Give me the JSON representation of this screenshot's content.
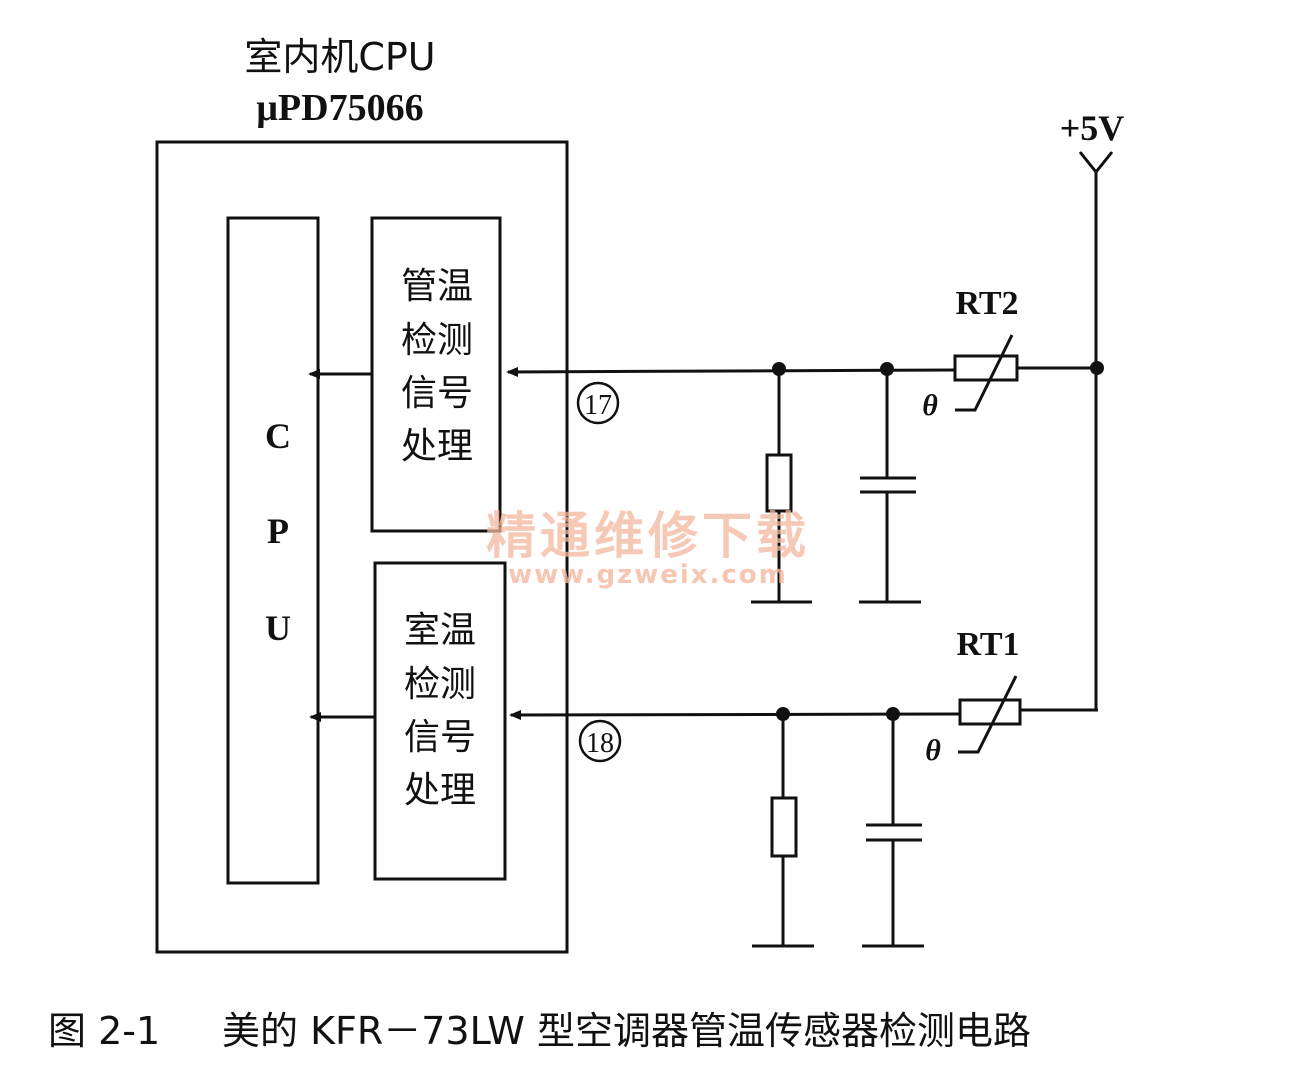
{
  "chip": {
    "title_line1": "室内机CPU",
    "title_line2": "μPD75066",
    "cpu_label": [
      "C",
      "P",
      "U"
    ],
    "block_pipe": [
      "管温",
      "检测",
      "信号",
      "处理"
    ],
    "block_room": [
      "室温",
      "检测",
      "信号",
      "处理"
    ]
  },
  "pins": {
    "pin17": "17",
    "pin18": "18"
  },
  "components": {
    "supply": "+5V",
    "rt2": "RT2",
    "rt1": "RT1",
    "theta": "θ"
  },
  "watermark": {
    "text": "精通维修下载",
    "url": "www.gzweix.com"
  },
  "caption": {
    "figure_number": "图 2-1",
    "text": "美的 KFR－73LW 型空调器管温传感器检测电路"
  }
}
